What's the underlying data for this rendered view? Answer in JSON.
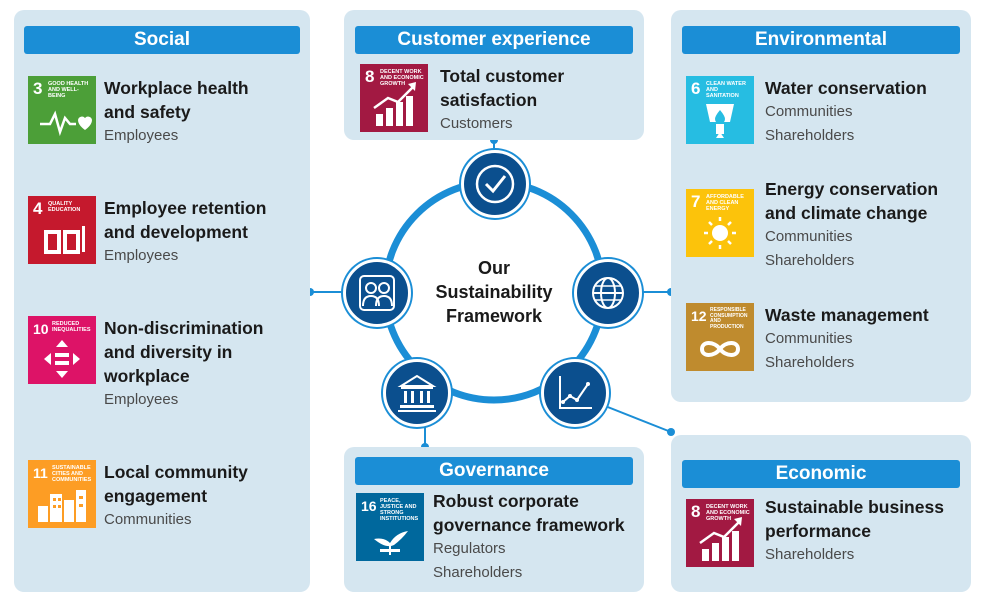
{
  "center": {
    "line1": "Our",
    "line2": "Sustainability",
    "line3": "Framework"
  },
  "social": {
    "header": "Social",
    "items": [
      {
        "sdg_number": "3",
        "sdg_label": "Good health and well-being",
        "sdg_color": "#4c9f38",
        "icon": "heartbeat-icon",
        "title1": "Workplace health",
        "title2": "and safety",
        "stakeholders": [
          "Employees"
        ]
      },
      {
        "sdg_number": "4",
        "sdg_label": "Quality education",
        "sdg_color": "#c5192d",
        "icon": "book-icon",
        "title1": "Employee retention",
        "title2": "and development",
        "stakeholders": [
          "Employees"
        ]
      },
      {
        "sdg_number": "10",
        "sdg_label": "Reduced inequalities",
        "sdg_color": "#dd1367",
        "icon": "equality-icon",
        "title1": "Non-discrimination",
        "title2": "and diversity in",
        "title3": "workplace",
        "stakeholders": [
          "Employees"
        ]
      },
      {
        "sdg_number": "11",
        "sdg_label": "Sustainable cities and communities",
        "sdg_color": "#fd9d24",
        "icon": "city-icon",
        "title1": "Local community",
        "title2": "engagement",
        "stakeholders": [
          "Communities"
        ]
      }
    ]
  },
  "customer": {
    "header": "Customer experience",
    "item": {
      "sdg_number": "8",
      "sdg_label": "Decent work and economic growth",
      "sdg_color": "#a21942",
      "icon": "growth-chart-icon",
      "title1": "Total customer",
      "title2": "satisfaction",
      "stakeholders": [
        "Customers"
      ]
    }
  },
  "environmental": {
    "header": "Environmental",
    "items": [
      {
        "sdg_number": "6",
        "sdg_label": "Clean water and sanitation",
        "sdg_color": "#26bde2",
        "icon": "water-drop-icon",
        "title1": "Water conservation",
        "stakeholders": [
          "Communities",
          "Shareholders"
        ]
      },
      {
        "sdg_number": "7",
        "sdg_label": "Affordable and clean energy",
        "sdg_color": "#fcc30b",
        "icon": "sun-icon",
        "title1": "Energy conservation",
        "title2": "and climate change",
        "stakeholders": [
          "Communities",
          "Shareholders"
        ]
      },
      {
        "sdg_number": "12",
        "sdg_label": "Responsible consumption and production",
        "sdg_color": "#bf8b2e",
        "icon": "infinity-icon",
        "title1": "Waste management",
        "stakeholders": [
          "Communities",
          "Shareholders"
        ]
      }
    ]
  },
  "governance": {
    "header": "Governance",
    "item": {
      "sdg_number": "16",
      "sdg_label": "Peace, justice and strong institutions",
      "sdg_color": "#00689d",
      "icon": "dove-icon",
      "title1": "Robust corporate",
      "title2": "governance framework",
      "stakeholders": [
        "Regulators",
        "Shareholders"
      ]
    }
  },
  "economic": {
    "header": "Economic",
    "item": {
      "sdg_number": "8",
      "sdg_label": "Decent work and economic growth",
      "sdg_color": "#a21942",
      "icon": "growth-chart-icon",
      "title1": "Sustainable business",
      "title2": "performance",
      "stakeholders": [
        "Shareholders"
      ]
    }
  },
  "colors": {
    "panel": "#d5e6f0",
    "header": "#1b8ed6",
    "ring": "#1b8ed6",
    "node": "#0b4f8e"
  }
}
